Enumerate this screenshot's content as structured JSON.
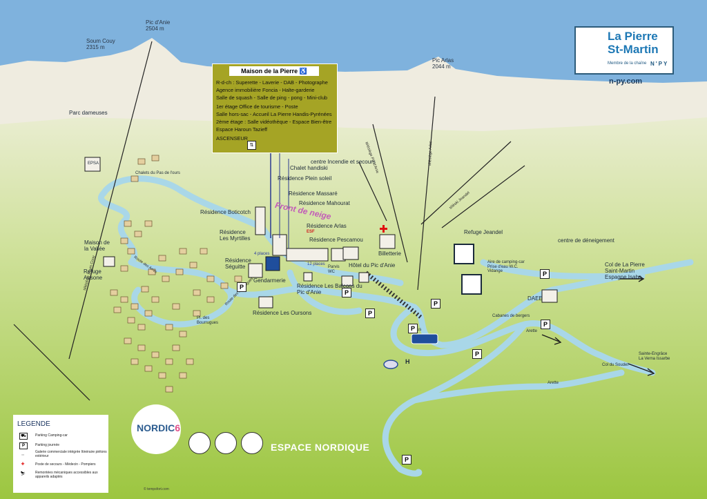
{
  "peaks": {
    "soum_couy": {
      "name": "Soum Couy",
      "alt": "2315 m"
    },
    "pic_anie": {
      "name": "Pic d'Anie",
      "alt": "2504 m"
    },
    "pic_arlas": {
      "name": "Pic Arlas",
      "alt": "2044 m"
    }
  },
  "logo": {
    "line1": "La Pierre",
    "line2": "St-Martin",
    "member": "Membre de la chaîne",
    "network": "N'PY",
    "url": "n-py.com"
  },
  "infobox": {
    "title": "Maison de la Pierre",
    "lines": [
      "R-d-ch :  Superette - Laverie - DAB - Photographe",
      "Agence immobilière  Foncia - Halte-garderie",
      "Salle de squash - Salle de ping - pong - Mini-club",
      "1er étage  Office de tourisme  -  Poste",
      "Salle hors-sac - Accueil La Pierre Handis-Pyrénées",
      "2ème étage : Salle vidéothèque - Espace Bien-être",
      "Espace Haroun Tazieff",
      "ASCENSEUR"
    ]
  },
  "places": {
    "parc_dameuses": "Parc dameuses",
    "epsa": "EPSA",
    "chalets": "Chalets du Pas de l'ours",
    "maison_vallee": "Maison de la Vallée",
    "refuge_ausone": "Refuge Ausone",
    "chalet_handiski": "Chalet handiski",
    "res_plein_soleil": "Résidence Plein soleil",
    "res_massare": "Résidence Massaré",
    "res_mahourat": "Résidence Mahourat",
    "res_boticotch": "Résidence Boticotch",
    "res_myrtilles": "Résidence Les Myrtilles",
    "res_arlas": "Résidence Arlas",
    "res_pescamou": "Résidence Pescamou",
    "res_seguitte": "Résidence Séguitte",
    "gendarmerie": "Gendarmerie",
    "places4": "4 places",
    "places12": "12 places",
    "parvis_wc": "Parvis WC",
    "hotel_pic": "Hôtel du Pic d'Anie",
    "res_balcons": "Résidence Les Balcons du Pic d'Anie",
    "res_oursons": "Résidence Les Oursons",
    "centre_secours": "centre Incendie et secours",
    "billetterie": "Billetterie",
    "refuge_jeandel": "Refuge Jeandel",
    "centre_deneigement": "centre de déneigement",
    "aire_camping": "Aire de camping-car Prise d'eau W.C. Vidange",
    "daee": "DAEE",
    "col_pierre": "Col de La Pierre Saint-Martin Espagne Isaba",
    "cabanes": "Cabanes de bergers",
    "arette1": "Arette",
    "arette2": "Arette",
    "sainte_engrace": "Sainte-Engrâce La Verna Issarbe",
    "col_soudet": "Col du Soudet",
    "pl_bourrugues": "Pl. des Bourrugues",
    "rue_arres": "Route des Arres",
    "rue_bourrugues": "Route des Bourrugues",
    "front_neige": "Front de neige",
    "esf": "ESF",
    "bus": "Bus",
    "heliport": "H"
  },
  "lifts": [
    "télésiège Soum Couy",
    "télésiège Pic d'Anie",
    "télésiège Arlas",
    "téléski Jeandel"
  ],
  "legend": {
    "title": "LEGENDE",
    "items": [
      "Parking Camping-car",
      "Parking journée",
      "Galerie commerciale intégrée Itinéraire piétons extérieur",
      "Poste de secours - Médecin - Pompiers",
      "Remontées mécaniques accessibles aux appareils adaptés"
    ]
  },
  "nordic": {
    "label": "NORDIC",
    "number": "6",
    "espace": "ESPACE NORDIQUE"
  },
  "copyright": "© tempsfort.com",
  "colors": {
    "sky": "#7fb2dd",
    "mountain": "#efece0",
    "grass": "#a9cc55",
    "road": "#a9d7e8",
    "infobox": "#a5a425",
    "nordic_text": "#ffffff"
  }
}
